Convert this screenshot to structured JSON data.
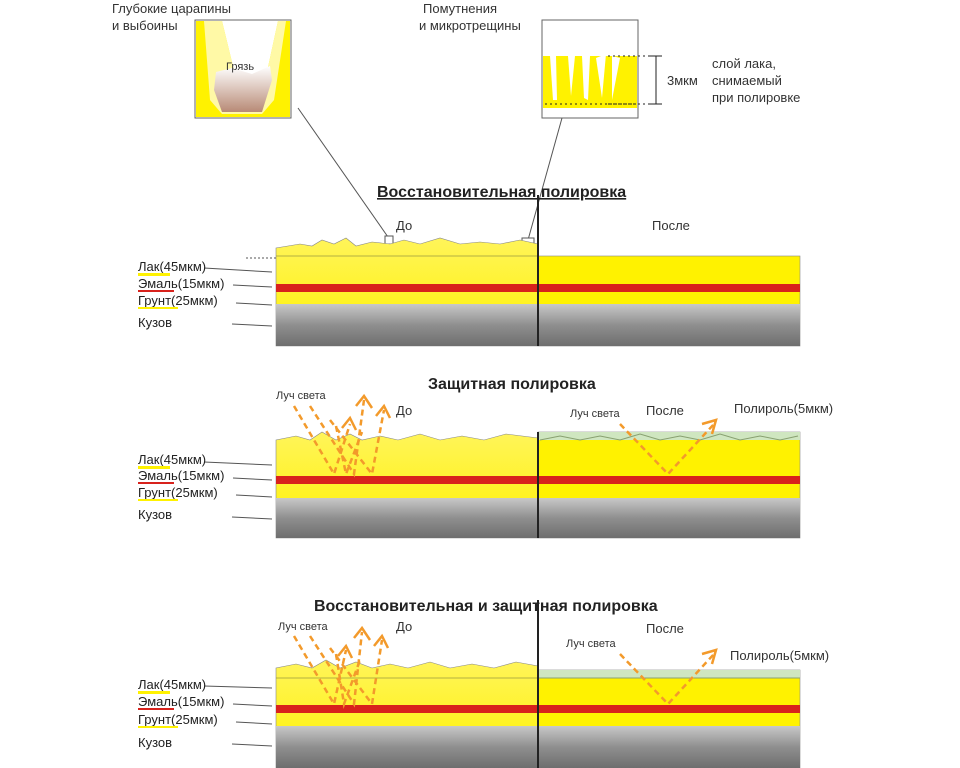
{
  "detail_left": {
    "caption_line1": "Глубокие царапины",
    "caption_line2": "и выбоины",
    "dirt": "Грязь"
  },
  "detail_right": {
    "caption_line1": "Помутнения",
    "caption_line2": "и микротрещины",
    "thickness": "3мкм",
    "note_line1": "слой лака,",
    "note_line2": "снимаемый",
    "note_line3": "при полировке"
  },
  "sections": [
    {
      "title": "Восстановительная полировка",
      "before": "До",
      "after": "После"
    },
    {
      "title": "Защитная полировка",
      "before": "До",
      "after": "После",
      "ray_left": "Луч света",
      "ray_right": "Луч света",
      "polish": "Полироль(5мкм)"
    },
    {
      "title": "Восстановительная и защитная полировка",
      "before": "До",
      "after": "После",
      "ray_left": "Луч света",
      "ray_right": "Луч света",
      "polish": "Полироль(5мкм)"
    }
  ],
  "layers": {
    "lacquer": "Лак(45мкм)",
    "enamel": "Эмаль(15мкм)",
    "primer": "Грунт(25мкм)",
    "body": "Кузов"
  },
  "colors": {
    "lacquer": "#fff200",
    "enamel": "#d8221c",
    "body": "#9a9a9a",
    "ray": "#f39a2b",
    "polish": "#cfe6c0"
  }
}
